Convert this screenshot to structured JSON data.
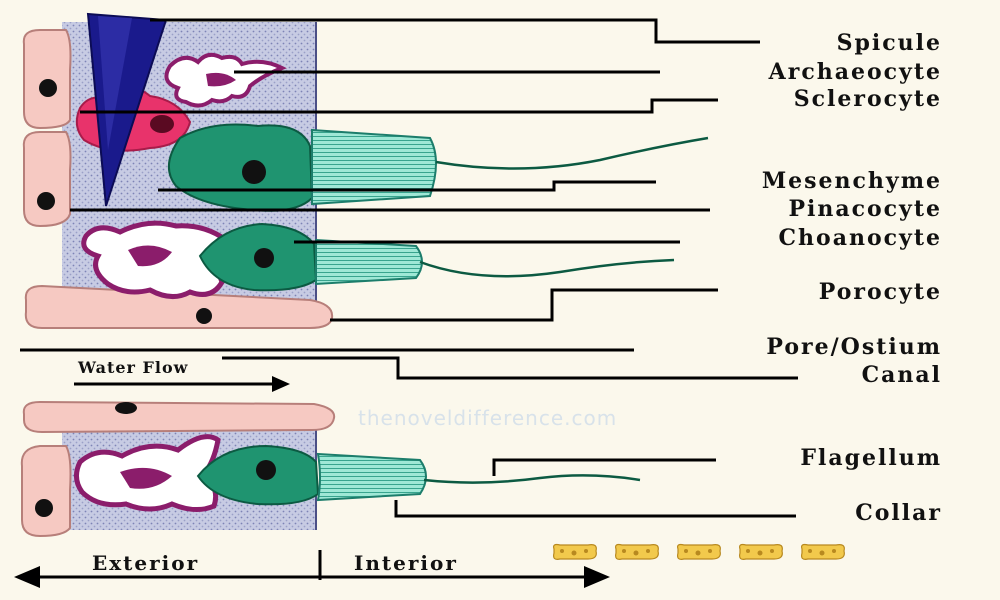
{
  "labels": {
    "spicule": "Spicule",
    "archaeocyte": "Archaeocyte",
    "sclerocyte": "Sclerocyte",
    "mesenchyme": "Mesenchyme",
    "pinacocyte": "Pinacocyte",
    "choanocyte": "Choanocyte",
    "porocyte": "Porocyte",
    "pore": "Pore/Ostium",
    "canal": "Canal",
    "flagellum": "Flagellum",
    "collar": "Collar"
  },
  "water_flow": "Water Flow",
  "exterior": "Exterior",
  "interior": "Interior",
  "watermark": "thenoveldifference.com",
  "colors": {
    "background": "#fbf8ec",
    "pinacocyte": "#f6c9c2",
    "mesohyl": "#b8bedb",
    "choanocyte": "#1f9470",
    "collar": "#8fe3cf",
    "spicule": "#1a1a8c",
    "sclerocyte": "#e8336b",
    "archaeocyte_border": "#8b1d6b",
    "sponge_icon": "#f2c94c"
  }
}
